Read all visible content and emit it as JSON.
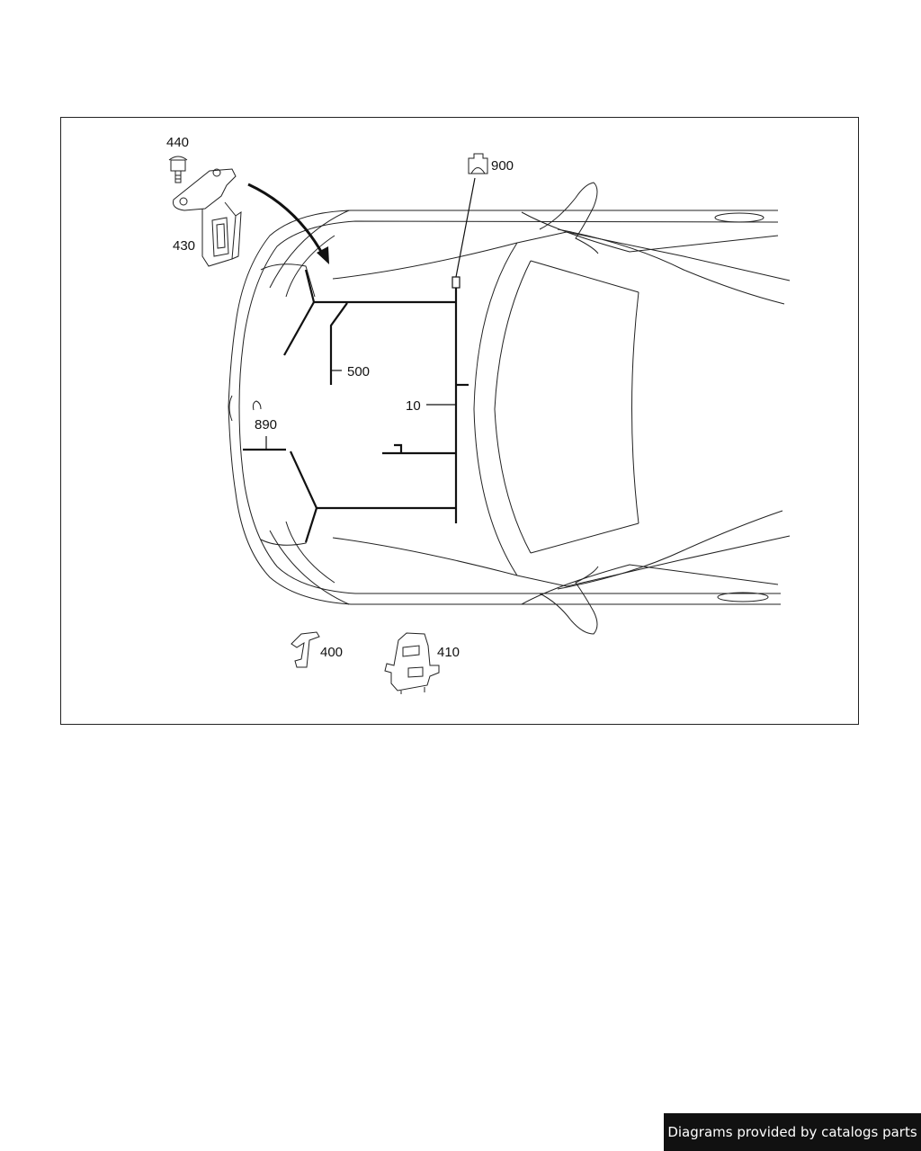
{
  "diagram": {
    "callouts": {
      "c440": "440",
      "c430": "430",
      "c900": "900",
      "c500": "500",
      "c10": "10",
      "c890": "890",
      "c400": "400",
      "c410": "410"
    }
  },
  "footer": {
    "credit": "Diagrams provided by catalogs parts"
  },
  "colors": {
    "line": "#111111",
    "banner_bg": "#111111",
    "banner_text": "#ffffff"
  }
}
